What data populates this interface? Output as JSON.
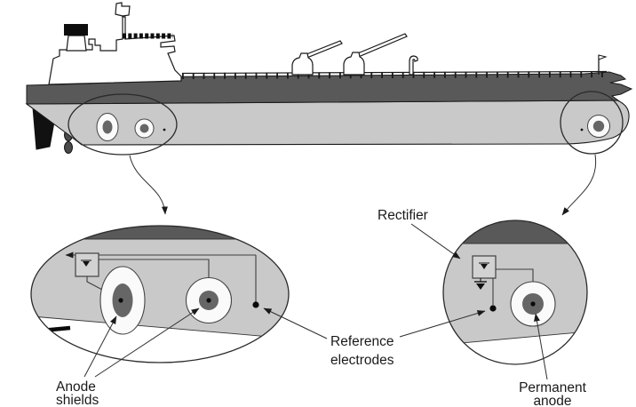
{
  "labels": {
    "rectifier": "Rectifier",
    "reference_electrodes": {
      "line1": "Reference",
      "line2": "electrodes"
    },
    "anode_shields": {
      "line1": "Anode",
      "line2": "shields"
    },
    "permanent_anode": {
      "line1": "Permanent",
      "line2": "anode"
    }
  },
  "colors": {
    "background": "#ffffff",
    "hull": "#c9c9c9",
    "deck_band": "#595959",
    "anode_shield": "#fafafa",
    "anode_core": "#666666",
    "rectifier_fill": "#d2d2d2",
    "wire": "#3f3f3f",
    "rudder": "#111111",
    "text": "#1a1a1a"
  }
}
